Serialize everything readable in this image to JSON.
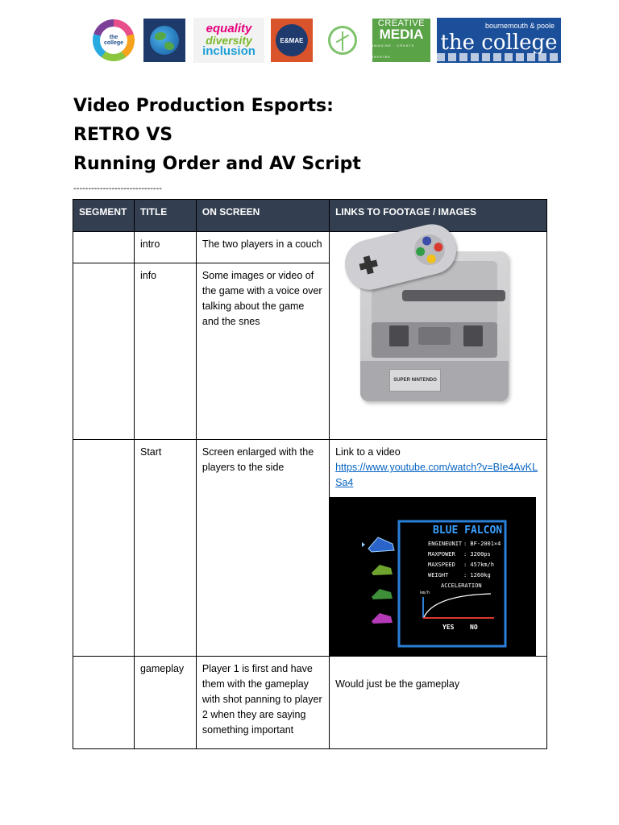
{
  "logos": {
    "college_small": "the college",
    "edi": [
      "equality",
      "diversity",
      "inclusion"
    ],
    "emae": "E&MAE",
    "creative": [
      "CREATIVE",
      "MEDIA",
      "IMAGINE · CREATE · INSPIRE"
    ],
    "college": [
      "bournemouth & poole",
      "the college"
    ]
  },
  "document": {
    "title_line1": "Video Production Esports:",
    "title_line2": "RETRO VS",
    "title_line3": "Running Order and AV Script",
    "separator": "------------------------------"
  },
  "table": {
    "headers": [
      "SEGMENT",
      "TITLE",
      "ON SCREEN",
      "LINKS TO FOOTAGE / IMAGES"
    ],
    "rows": [
      {
        "segment": "",
        "title": "intro",
        "on_screen": "The two players in a couch",
        "links": ""
      },
      {
        "segment": "",
        "title": "info",
        "on_screen": "Some images or video of the game with a voice over talking about the game and the snes",
        "links": ""
      },
      {
        "segment": "",
        "title": "Start",
        "on_screen": "Screen enlarged with the players to the side",
        "links_text": "Link to a video",
        "links_url": "https://www.youtube.com/watch?v=BIe4AvKLSa4"
      },
      {
        "segment": "",
        "title": "gameplay",
        "on_screen": "Player 1 is first and have them with the gameplay with shot panning to player 2 when they are saying something important",
        "links": "Would just be the gameplay"
      }
    ]
  },
  "snes_image": {
    "plate_text": "SUPER NINTENDO"
  },
  "game_screen": {
    "title": "BLUE FALCON",
    "stats": [
      {
        "label": "ENGINEUNIT",
        "value": ": BF-2001×4"
      },
      {
        "label": "MAXPOWER",
        "value": ": 3200ps"
      },
      {
        "label": "MAXSPEED",
        "value": ": 457km/h"
      },
      {
        "label": "WEIGHT",
        "value": ": 1260kg"
      }
    ],
    "graph_title": "ACCELERATION",
    "graph_axis": "km/h",
    "choice_yes": "YES",
    "choice_no": "NO"
  }
}
